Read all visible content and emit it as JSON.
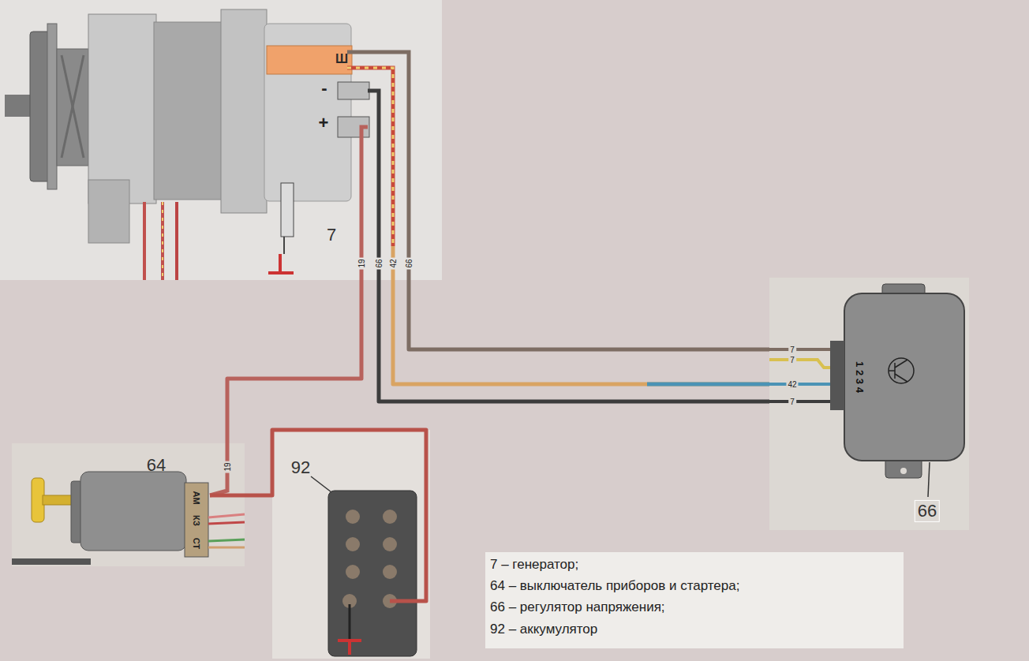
{
  "diagram": {
    "nodes": [
      {
        "text": [
          "Ш",
          "-",
          "+",
          "7"
        ]
      },
      {
        "text": [
          "1 2 3 4",
          "66"
        ]
      },
      {
        "text": [
          "64",
          "АМ",
          "КЗ",
          "СТ"
        ]
      },
      {
        "text": [
          "92"
        ]
      }
    ],
    "edges": [
      {
        "from": 0,
        "to": 1,
        "arrow": "none",
        "label": "66"
      },
      {
        "from": 0,
        "to": 1,
        "arrow": "none",
        "label": "42"
      },
      {
        "from": 0,
        "to": 1,
        "arrow": "none",
        "label": "66"
      },
      {
        "from": 0,
        "to": 2,
        "arrow": "none",
        "label": "19"
      },
      {
        "from": 3,
        "to": 2,
        "arrow": "none"
      }
    ],
    "labels": [
      "7",
      "7",
      "42",
      "7",
      "19",
      "7 – генератор;",
      "64 – выключатель приборов и стартера;",
      "66 – регулятор напряжения;",
      "92 – аккумулятор"
    ]
  }
}
